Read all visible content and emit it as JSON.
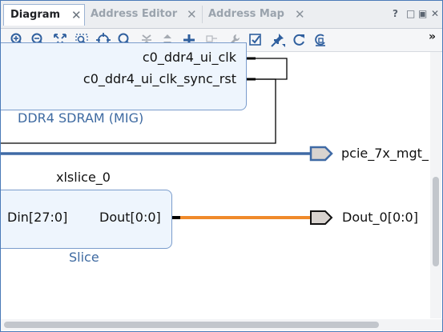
{
  "tabs": [
    {
      "label": "Diagram",
      "active": true
    },
    {
      "label": "Address Editor",
      "active": false
    },
    {
      "label": "Address Map",
      "active": false
    }
  ],
  "window_controls": {
    "help": "?",
    "restore": "□",
    "maximize": "▣",
    "close": "✕"
  },
  "toolbar": {
    "buttons": [
      "zoom-in",
      "zoom-out",
      "fit-full",
      "zoom-selection",
      "auto-fit",
      "search",
      "collapse",
      "expand",
      "add-ip",
      "make-connection",
      "validate-wrench",
      "validate-design",
      "pin",
      "refresh",
      "regenerate-layout"
    ],
    "overflow": "»"
  },
  "diagram": {
    "mig_block": {
      "ports": [
        "c0_ddr4_ui_clk",
        "c0_ddr4_ui_clk_sync_rst"
      ],
      "name": "DDR4 SDRAM (MIG)"
    },
    "external_ports": [
      {
        "label": "pcie_7x_mgt_"
      },
      {
        "label": "Dout_0[0:0]"
      }
    ],
    "slice_block": {
      "instance": "xlslice_0",
      "port_in": "Din[27:0]",
      "port_out": "Dout[0:0]",
      "name": "Slice"
    },
    "colors": {
      "bus_line": "#3f6aa5",
      "selected_net": "#f08a2b",
      "block_fill": "#eef5fd",
      "block_border": "#7a9ccc",
      "port_fill": "#d8d3cf"
    }
  }
}
